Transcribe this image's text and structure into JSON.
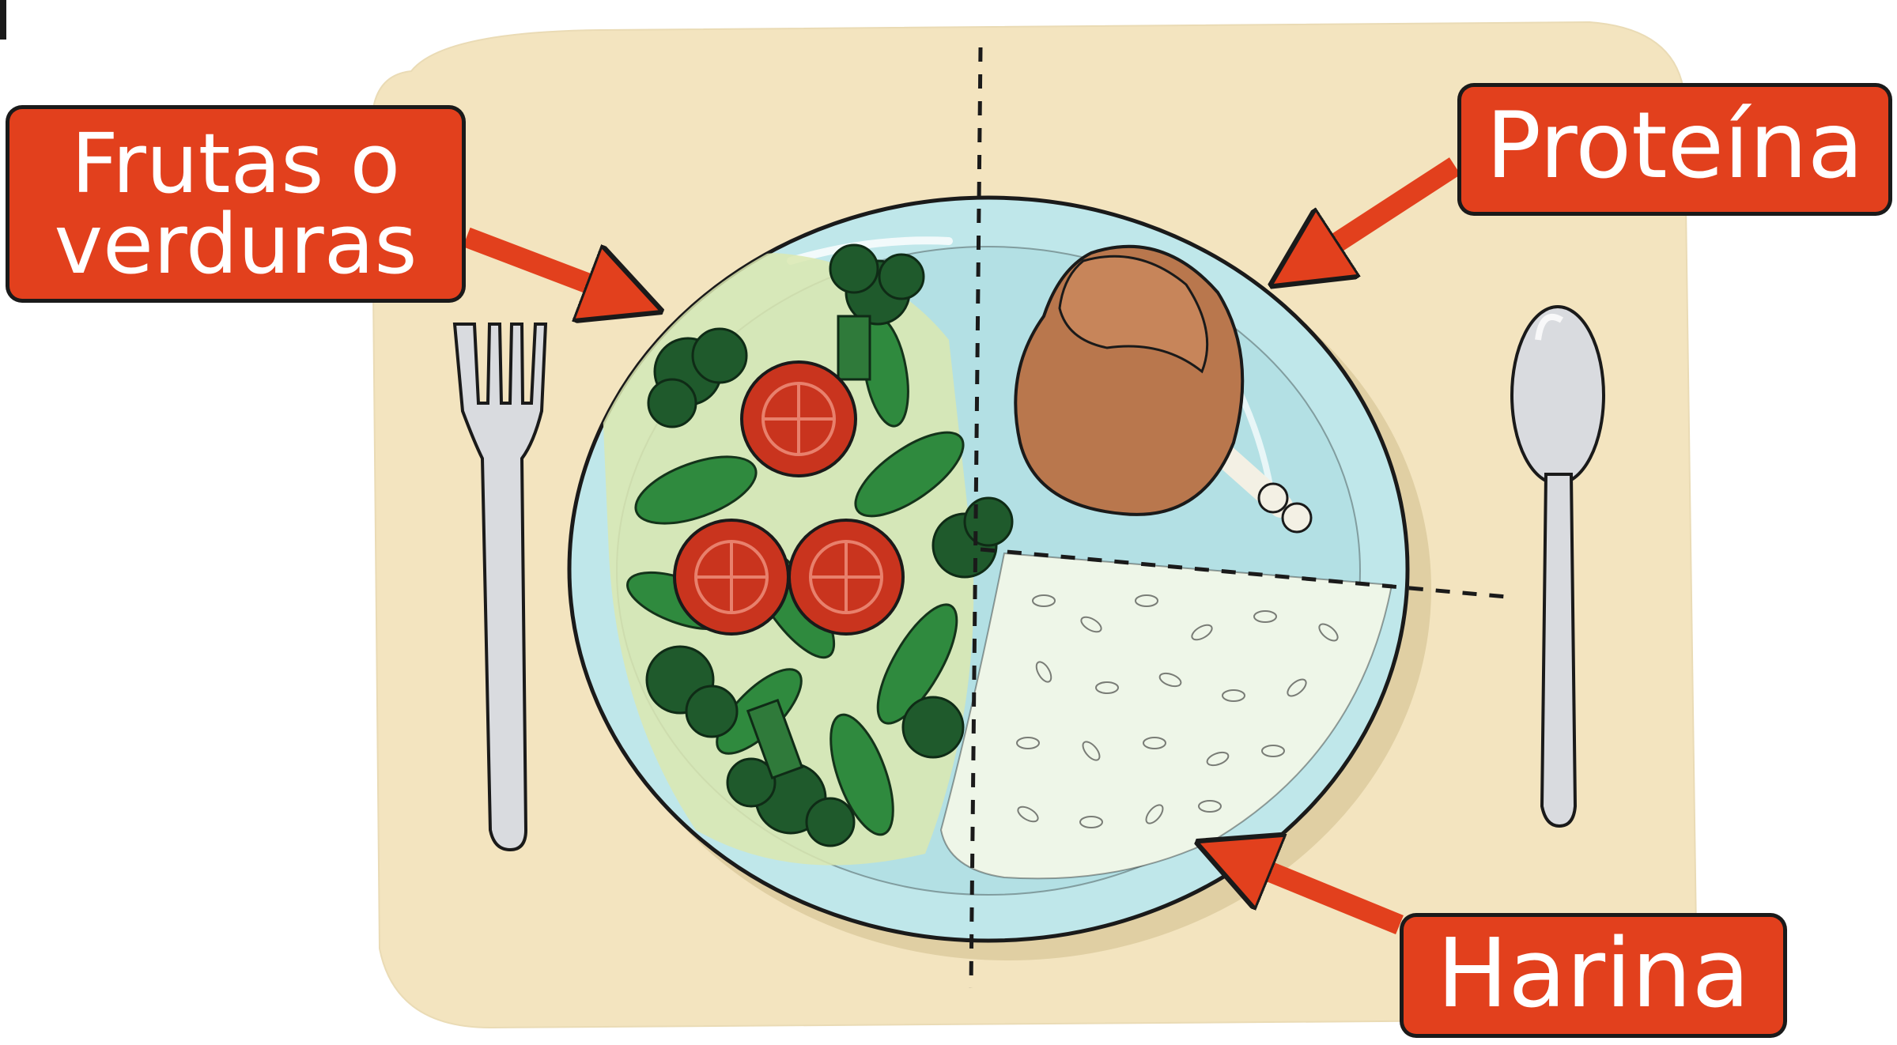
{
  "labels": {
    "fruits_vegetables": "Frutas o\nverduras",
    "protein": "Proteína",
    "starch": "Harina"
  },
  "colors": {
    "label_bg": "#e2401d",
    "label_text": "#ffffff",
    "placemat": "#f3e4bf",
    "plate": "#bfe7ea",
    "outline": "#1a1a1a"
  },
  "icons": [
    "fork-icon",
    "spoon-icon",
    "chicken-leg-icon",
    "tomato-icon",
    "broccoli-icon",
    "rice-icon"
  ]
}
